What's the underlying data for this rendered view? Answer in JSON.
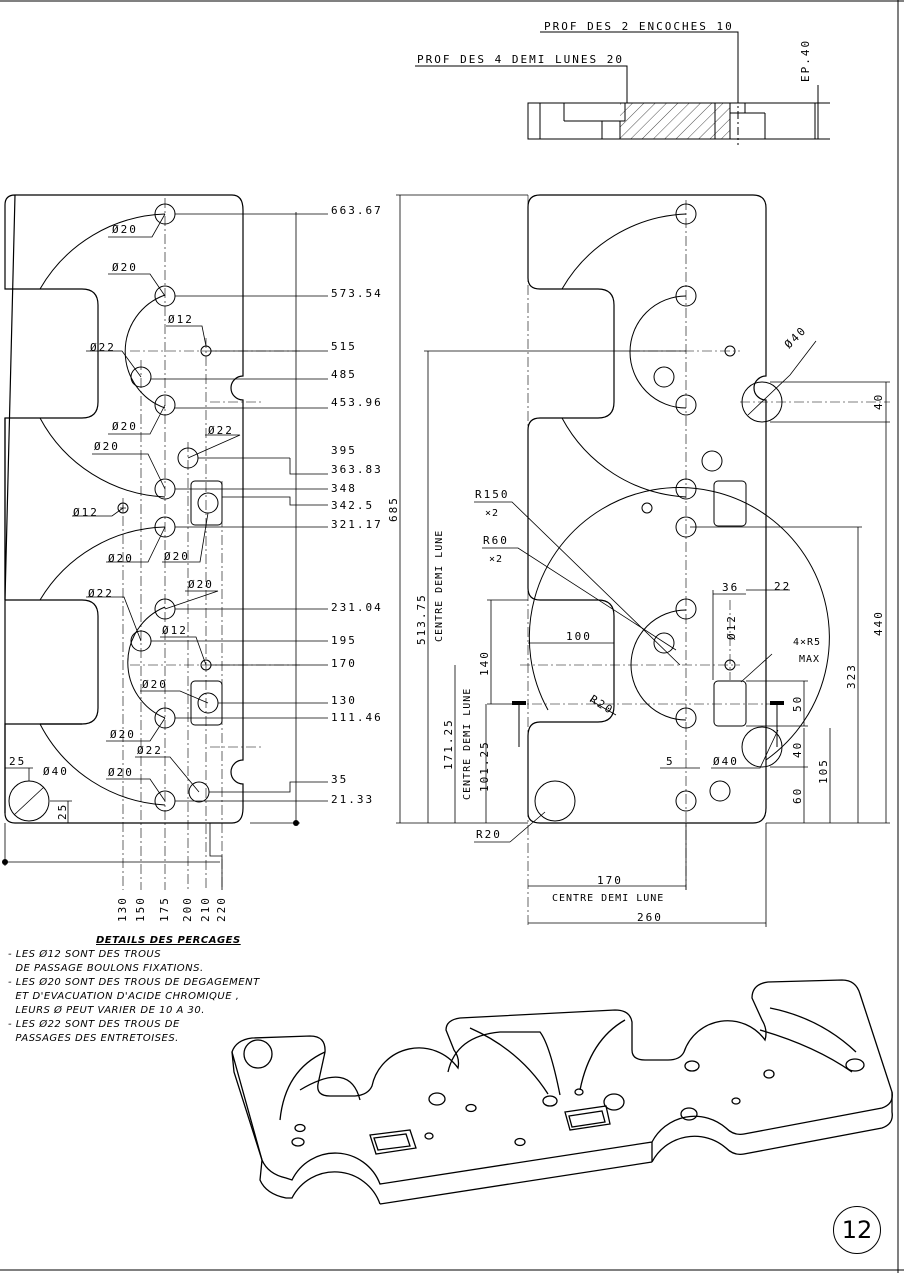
{
  "section_labels": {
    "prof_encoches": "PROF DES 2 ENCOCHES 10",
    "prof_demi_lunes": "PROF DES 4 DEMI LUNES 20",
    "ep": "EP.40"
  },
  "left_view": {
    "right_dims": [
      "663.67",
      "573.54",
      "515",
      "485",
      "453.96",
      "395",
      "363.83",
      "348",
      "342.5",
      "321.17",
      "231.04",
      "195",
      "170",
      "130",
      "111.46",
      "35",
      "21.33"
    ],
    "overall_height": "685",
    "bottom_dims": [
      "130",
      "150",
      "175",
      "200",
      "210",
      "220"
    ],
    "hole_labels": [
      "Ø20",
      "Ø20",
      "Ø12",
      "Ø22",
      "Ø20",
      "Ø22",
      "Ø20",
      "Ø12",
      "Ø20",
      "Ø20",
      "Ø20",
      "Ø22",
      "Ø12",
      "Ø20",
      "Ø20",
      "Ø22",
      "Ø20",
      "Ø40"
    ],
    "corner_dims": [
      "25",
      "25"
    ]
  },
  "right_view": {
    "labels": {
      "d40_top": "Ø40",
      "r150": "R150",
      "x2a": "×2",
      "r60": "R60",
      "x2b": "×2",
      "centre_demi_lune_a": "CENTRE DEMI LUNE",
      "centre_demi_lune_b": "CENTRE DEMI LUNE",
      "centre_demi_lune_c": "CENTRE DEMI LUNE",
      "r20_curve": "R20",
      "r20_corner": "R20",
      "d12": "Ø12",
      "four_r5": "4×R5",
      "max": "MAX",
      "d40_bottom": "Ø40"
    },
    "dims": {
      "d513": "513.75",
      "d40": "40",
      "d440": "440",
      "d36": "36",
      "d22": "22",
      "d100": "100",
      "d140": "140",
      "d171": "171.25",
      "d101": "101.25",
      "d50": "50",
      "d323": "323",
      "d5": "5",
      "d40b": "40",
      "d105": "105",
      "d60": "60",
      "d170": "170",
      "d260": "260"
    }
  },
  "notes": {
    "title": "DETAILS DES PERCAGES",
    "lines": [
      "- LES Ø12 SONT DES TROUS",
      "  DE PASSAGE BOULONS FIXATIONS.",
      "- LES Ø20 SONT DES TROUS DE DEGAGEMENT",
      "  ET D'EVACUATION D'ACIDE CHROMIQUE ,",
      "  LEURS Ø PEUT VARIER DE 10 A 30.",
      "- LES Ø22 SONT DES TROUS DE",
      "  PASSAGES DES ENTRETOISES."
    ]
  },
  "page_number": "12"
}
